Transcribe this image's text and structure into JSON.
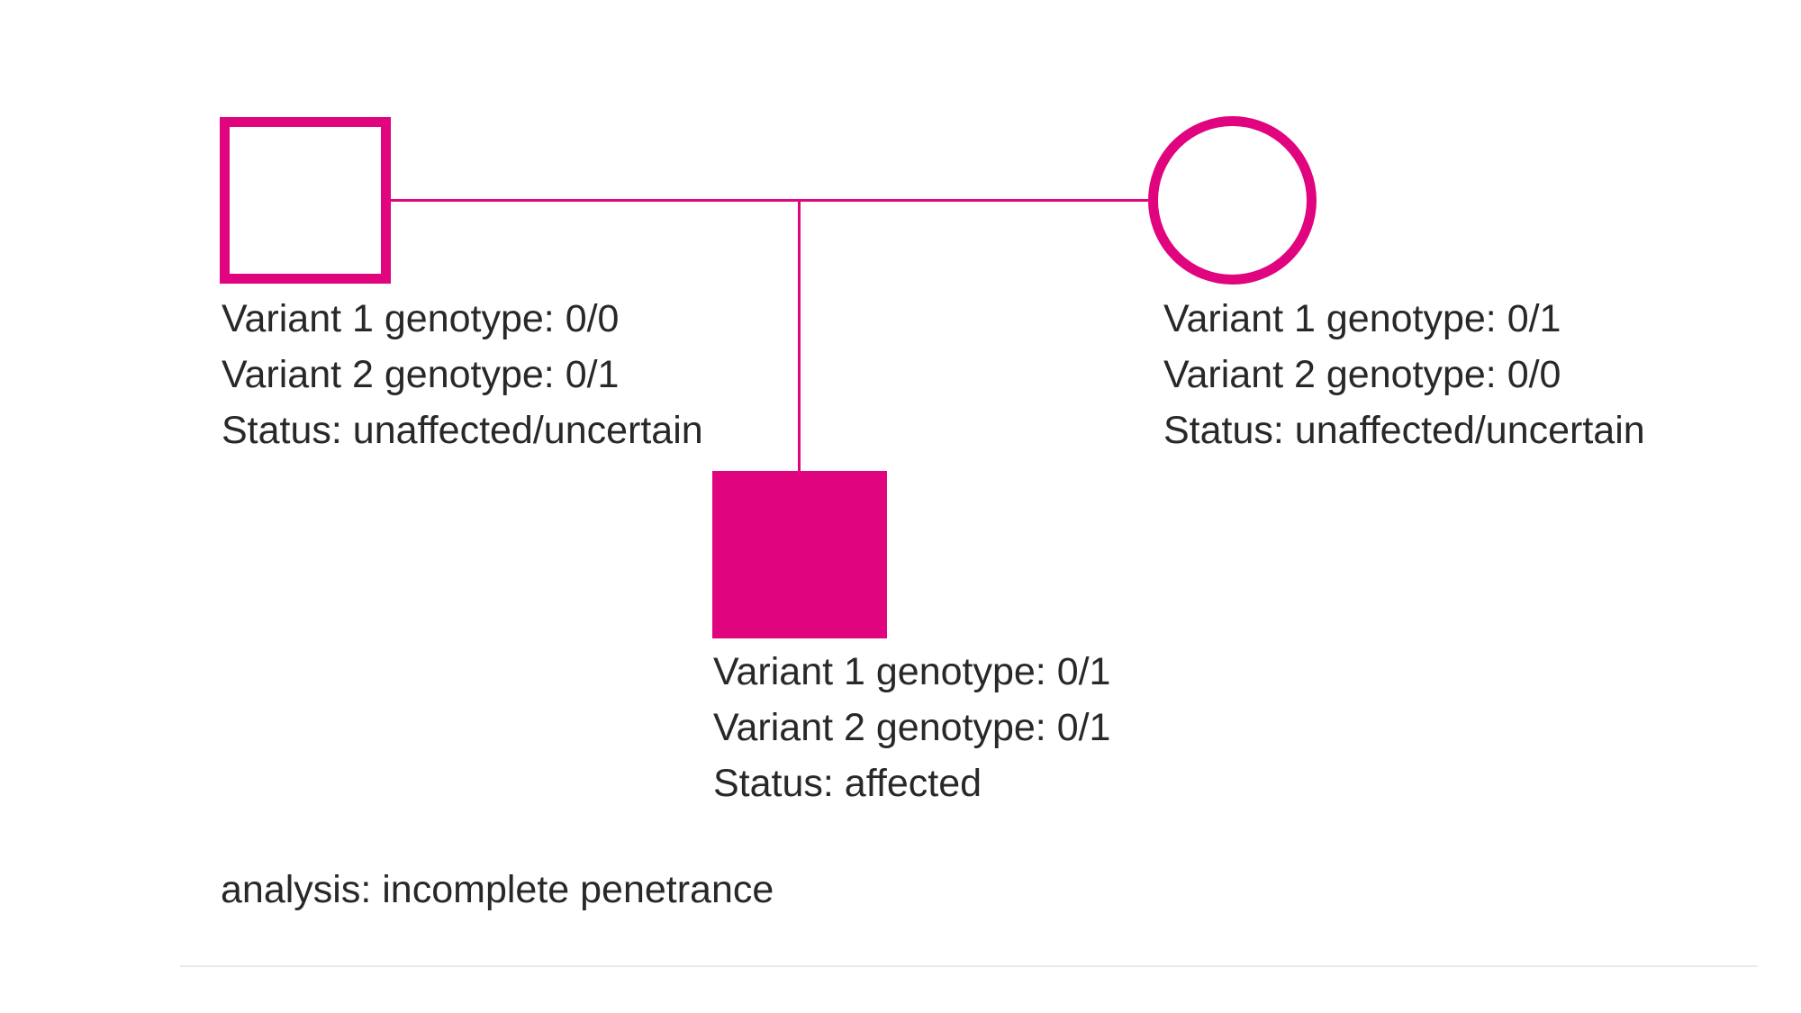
{
  "colors": {
    "accent_pink": "#E0047E",
    "text": "#282828",
    "divider": "#E9E9E9",
    "background": "#FFFFFF"
  },
  "pedigree": {
    "father": {
      "symbol": "unfilled-square",
      "lines": [
        "Variant 1 genotype: 0/0",
        "Variant 2 genotype: 0/1",
        "Status: unaffected/uncertain"
      ]
    },
    "mother": {
      "symbol": "unfilled-circle",
      "lines": [
        "Variant 1 genotype: 0/1",
        "Variant 2 genotype: 0/0",
        "Status: unaffected/uncertain"
      ]
    },
    "child": {
      "symbol": "filled-square",
      "lines": [
        "Variant 1 genotype: 0/1",
        "Variant 2 genotype: 0/1",
        "Status: affected"
      ]
    }
  },
  "footer": {
    "analysis_text": "analysis: incomplete penetrance"
  }
}
